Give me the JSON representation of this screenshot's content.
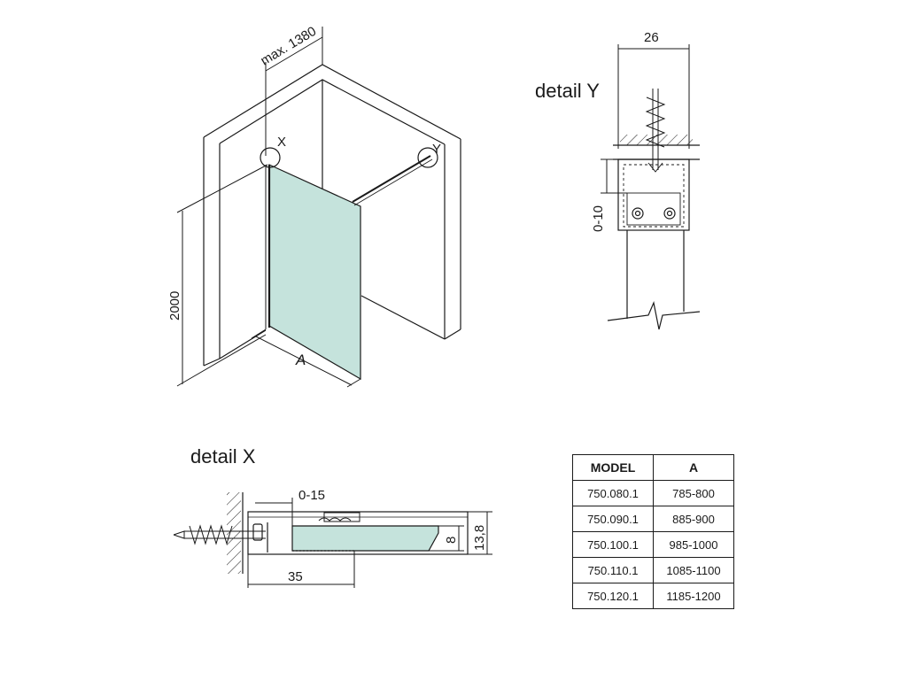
{
  "main_view": {
    "dim_max_width": "max. 1380",
    "dim_height": "2000",
    "dim_width": "A",
    "marker_x": "X",
    "marker_y": "Y"
  },
  "detail_y": {
    "title": "detail Y",
    "dim_width": "26",
    "dim_adjust": "0-10"
  },
  "detail_x": {
    "title": "detail X",
    "dim_adjust": "0-15",
    "dim_depth": "35",
    "dim_glass": "8",
    "dim_profile": "13,8"
  },
  "table": {
    "headers": [
      "MODEL",
      "A"
    ],
    "rows": [
      [
        "750.080.1",
        "785-800"
      ],
      [
        "750.090.1",
        "885-900"
      ],
      [
        "750.100.1",
        "985-1000"
      ],
      [
        "750.110.1",
        "1085-1100"
      ],
      [
        "750.120.1",
        "1185-1200"
      ]
    ]
  },
  "colors": {
    "glass": "#c5e3dc",
    "line": "#1a1a1a"
  }
}
